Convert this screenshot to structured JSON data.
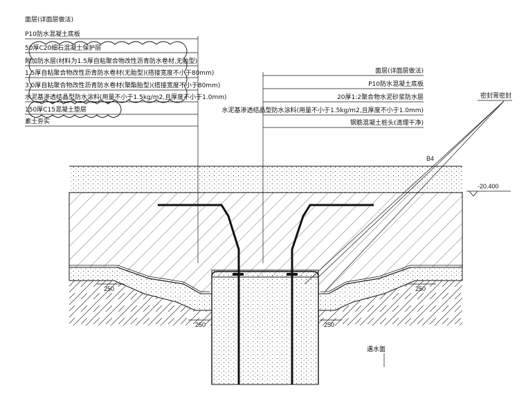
{
  "left_notes": [
    "面层(详面层做法)",
    "P10防水混凝土底板",
    "50厚C20细石混凝土保护层",
    "附加防水层(材料为1.5厚自粘聚合物改性沥青防水卷材,无胎型)",
    "1.5厚自粘聚合物改性沥青防水卷材(无胎型)(搭接宽度不小于80mm)",
    "3.0厚自粘聚合物改性沥青防水卷材(聚酯胎型)(搭接宽度不小于80mm)",
    "水泥基渗透结晶型防水涂料(用量不小于1.5kg/m2,且厚度不小于1.0mm)",
    "150厚C15混凝土垫层",
    "素土夯实"
  ],
  "right_notes": [
    "面层(详面层做法)",
    "P10防水混凝土底板",
    "20厚1:2聚合物水泥砂浆防水层",
    "水泥基渗透结晶型防水涂料(用量不小于1.5kg/m2,且厚度不小于1.0mm)",
    "钢筋混凝土桩头(清理干净)"
  ],
  "sealant_label": "密封膏密封",
  "slab_label": "B4",
  "elevation": "-20.400",
  "dimensions": [
    "250",
    "250",
    "250",
    "250"
  ],
  "water_stop_label": "遇水面",
  "colors": {
    "line": "#111111",
    "hatch": "#333333",
    "background": "#ffffff"
  }
}
